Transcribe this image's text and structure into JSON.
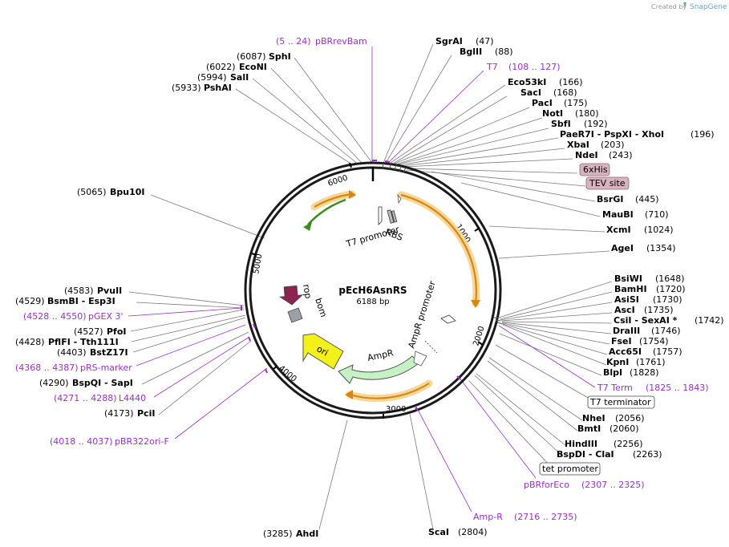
{
  "credit": {
    "prefix": "Created by",
    "brand": "SnapGene"
  },
  "plasmid": {
    "name": "pEcH6AsnRS",
    "size": "6188 bp"
  },
  "ticks": [
    "1000",
    "2000",
    "3000",
    "4000",
    "5000",
    "6000"
  ],
  "features": {
    "rbs": "RBS",
    "t7_promoter": "T7 promoter",
    "rop": "rop",
    "bom": "bom",
    "ori": "ori",
    "ampr": "AmpR",
    "ampr_promoter": "AmpR promoter"
  },
  "boxed_labels": {
    "his": "6xHis",
    "tev": "TEV site",
    "t7_terminator": "T7 terminator",
    "tet_promoter": "tet promoter"
  },
  "sites_right": [
    {
      "name": "SgrAI",
      "pos": "(47)"
    },
    {
      "name": "BglII",
      "pos": "(88)"
    },
    {
      "name": "Eco53kI",
      "pos": "(166)"
    },
    {
      "name": "SacI",
      "pos": "(168)"
    },
    {
      "name": "PacI",
      "pos": "(175)"
    },
    {
      "name": "NotI",
      "pos": "(180)"
    },
    {
      "name": "SbfI",
      "pos": "(192)"
    },
    {
      "name": "PaeR7I - PspXI - XhoI",
      "pos": "(196)"
    },
    {
      "name": "XbaI",
      "pos": "(203)"
    },
    {
      "name": "NdeI",
      "pos": "(243)"
    },
    {
      "name": "BsrGI",
      "pos": "(445)"
    },
    {
      "name": "MauBI",
      "pos": "(710)"
    },
    {
      "name": "XcmI",
      "pos": "(1024)"
    },
    {
      "name": "AgeI",
      "pos": "(1354)"
    },
    {
      "name": "BsiWI",
      "pos": "(1648)"
    },
    {
      "name": "BamHI",
      "pos": "(1720)"
    },
    {
      "name": "AsiSI",
      "pos": "(1730)"
    },
    {
      "name": "AscI",
      "pos": "(1735)"
    },
    {
      "name": "CsiI - SexAI *",
      "pos": "(1742)"
    },
    {
      "name": "DraIII",
      "pos": "(1746)"
    },
    {
      "name": "FseI",
      "pos": "(1754)"
    },
    {
      "name": "Acc65I",
      "pos": "(1757)"
    },
    {
      "name": "KpnI",
      "pos": "(1761)"
    },
    {
      "name": "BlpI",
      "pos": "(1828)"
    },
    {
      "name": "NheI",
      "pos": "(2056)"
    },
    {
      "name": "BmtI",
      "pos": "(2060)"
    },
    {
      "name": "HindIII",
      "pos": "(2256)"
    },
    {
      "name": "BspDI - ClaI",
      "pos": "(2263)"
    },
    {
      "name": "ScaI",
      "pos": "(2804)"
    }
  ],
  "sites_left": [
    {
      "name": "SphI",
      "pos": "(6087)"
    },
    {
      "name": "EcoNI",
      "pos": "(6022)"
    },
    {
      "name": "SalI",
      "pos": "(5994)"
    },
    {
      "name": "PshAI",
      "pos": "(5933)"
    },
    {
      "name": "Bpu10I",
      "pos": "(5065)"
    },
    {
      "name": "PvuII",
      "pos": "(4583)"
    },
    {
      "name": "BsmBI - Esp3I",
      "pos": "(4529)"
    },
    {
      "name": "PfoI",
      "pos": "(4527)"
    },
    {
      "name": "PflFI - Tth111I",
      "pos": "(4428)"
    },
    {
      "name": "BstZ17I",
      "pos": "(4403)"
    },
    {
      "name": "BspQI - SapI",
      "pos": "(4290)"
    },
    {
      "name": "PciI",
      "pos": "(4173)"
    },
    {
      "name": "AhdI",
      "pos": "(3285)"
    }
  ],
  "primers": [
    {
      "name": "pBRrevBam",
      "range": "(5 .. 24)"
    },
    {
      "name": "T7",
      "range": "(108 .. 127)"
    },
    {
      "name": "T7 Term",
      "range": "(1825 .. 1843)"
    },
    {
      "name": "pBRforEco",
      "range": "(2307 .. 2325)"
    },
    {
      "name": "Amp-R",
      "range": "(2716 .. 2735)"
    },
    {
      "name": "pGEX 3'",
      "range": "(4528 .. 4550)"
    },
    {
      "name": "pRS-marker",
      "range": "(4368 .. 4387)"
    },
    {
      "name": "L4440",
      "range": "(4271 .. 4288)"
    },
    {
      "name": "pBR322ori-F",
      "range": "(4018 .. 4037)"
    }
  ],
  "colors": {
    "backbone": "#1a1a1a",
    "primer": "#9a2ec8",
    "orange_feature": "#d9860f",
    "orange_halo": "#f6d79a",
    "green_feature": "#3d8b1f",
    "ori": "#f2f21a",
    "ampr": "#c4f2c4",
    "rop": "#8b2450",
    "bom": "#9aa0a8",
    "his_box": "#d9b2bf",
    "leader": "#7a7a7a"
  }
}
